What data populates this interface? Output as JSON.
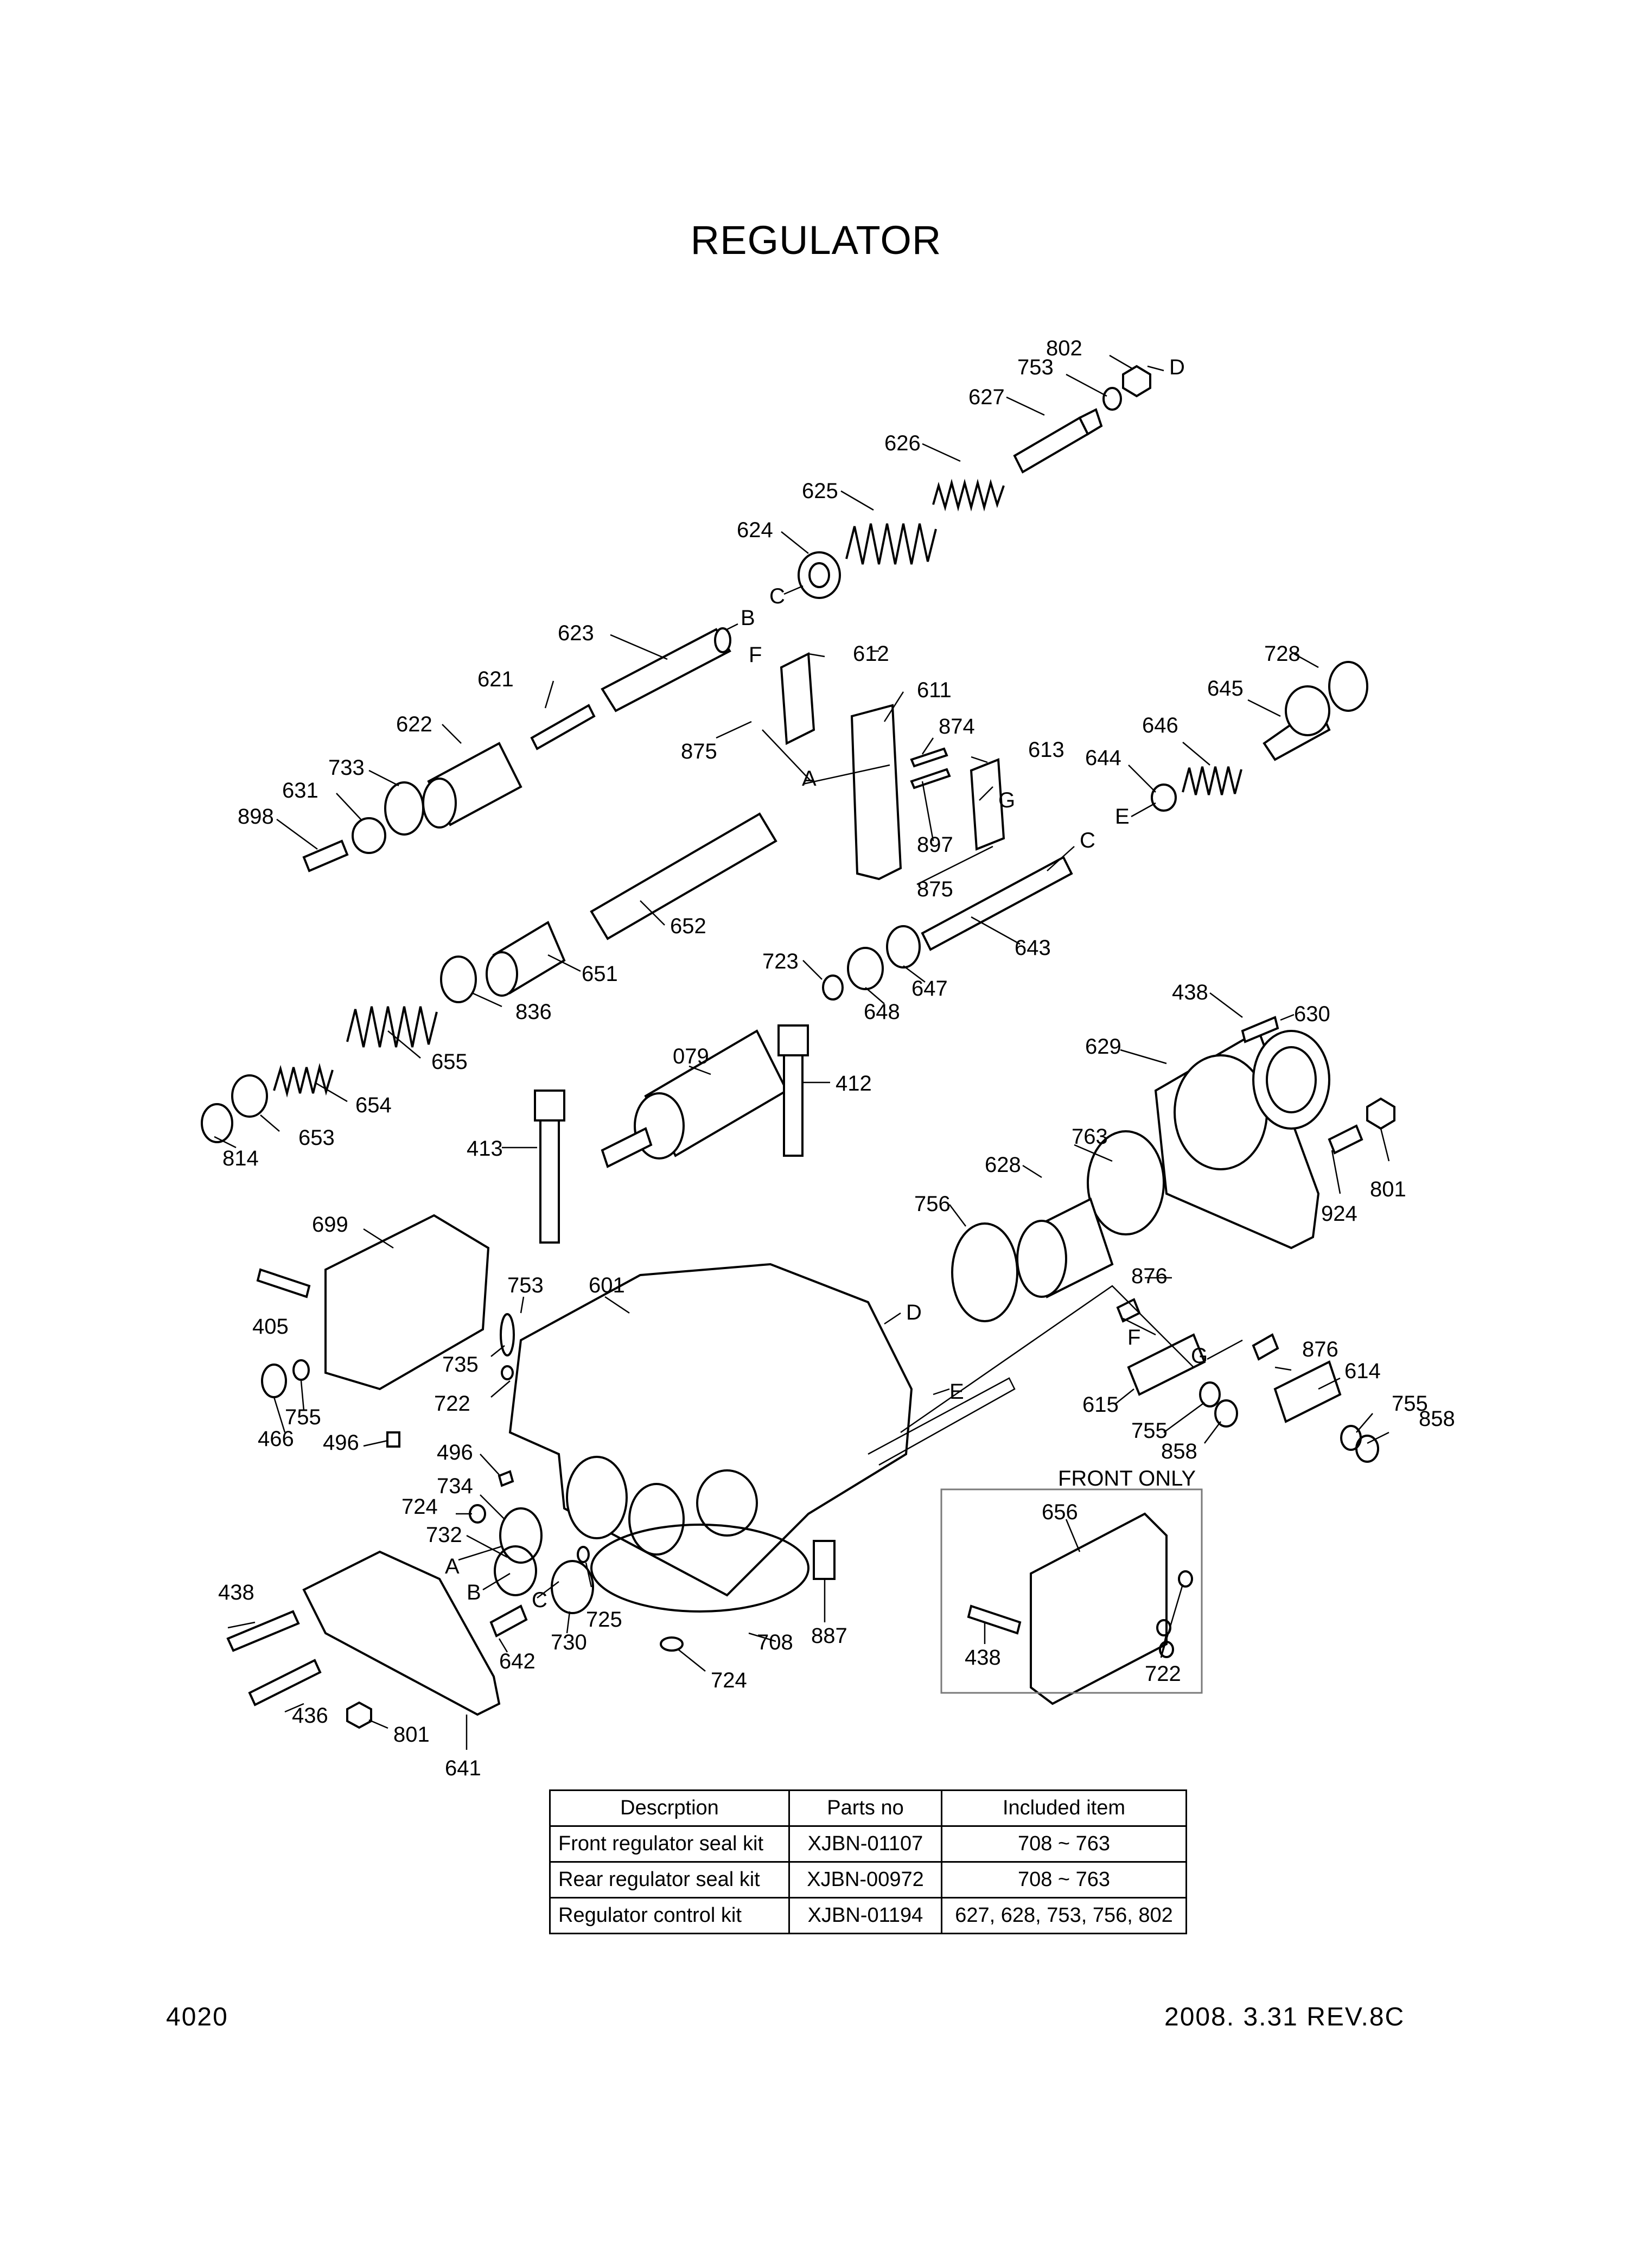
{
  "title": "REGULATOR",
  "labels": {
    "l802": "802",
    "lD1": "D",
    "l753a": "753",
    "l627": "627",
    "l626": "626",
    "l625": "625",
    "l624": "624",
    "lC1": "C",
    "l623": "623",
    "lB1": "B",
    "l621": "621",
    "lF1": "F",
    "l612": "612",
    "l611": "611",
    "l622": "622",
    "l733": "733",
    "l631": "631",
    "l898": "898",
    "l875a": "875",
    "lA1": "A",
    "l874": "874",
    "l613": "613",
    "lG1": "G",
    "l897": "897",
    "l728": "728",
    "l645": "645",
    "l646": "646",
    "l644": "644",
    "lE1": "E",
    "l875b": "875",
    "lC2": "C",
    "l652": "652",
    "l643": "643",
    "l651": "651",
    "l723": "723",
    "l648": "648",
    "l647": "647",
    "l836": "836",
    "l655": "655",
    "l438a": "438",
    "l630": "630",
    "l629": "629",
    "l079": "079",
    "l412": "412",
    "l654": "654",
    "l653": "653",
    "l814": "814",
    "l413": "413",
    "l763": "763",
    "l628": "628",
    "l756": "756",
    "l801a": "801",
    "l924": "924",
    "l699": "699",
    "l753b": "753",
    "l601": "601",
    "l876a": "876",
    "lD2": "D",
    "lF2": "F",
    "l405": "405",
    "l735": "735",
    "l722a": "722",
    "lE2": "E",
    "lG2": "G",
    "l876b": "876",
    "l614": "614",
    "l615": "615",
    "l755a": "755",
    "l755b": "755",
    "l858a": "858",
    "l858b": "858",
    "l466": "466",
    "l755c": "755",
    "l496a": "496",
    "l496b": "496",
    "l734": "734",
    "l724a": "724",
    "l732": "732",
    "lA2": "A",
    "lB2": "B",
    "lC3": "C",
    "l725": "725",
    "l730": "730",
    "l708": "708",
    "l887": "887",
    "l724b": "724",
    "l438b": "438",
    "l642": "642",
    "l436": "436",
    "l801b": "801",
    "l641": "641",
    "l656": "656",
    "l438c": "438",
    "l722b": "722"
  },
  "front_only": {
    "heading": "FRONT ONLY"
  },
  "kits_table": {
    "headers": [
      "Descrption",
      "Parts no",
      "Included item"
    ],
    "rows": [
      [
        "Front regulator seal kit",
        "XJBN-01107",
        "708 ~ 763"
      ],
      [
        "Rear regulator seal kit",
        "XJBN-00972",
        "708 ~ 763"
      ],
      [
        "Regulator control  kit",
        "XJBN-01194",
        "627, 628, 753, 756, 802"
      ]
    ]
  },
  "footer": {
    "page_number": "4020",
    "revision": "2008. 3.31  REV.8C"
  }
}
